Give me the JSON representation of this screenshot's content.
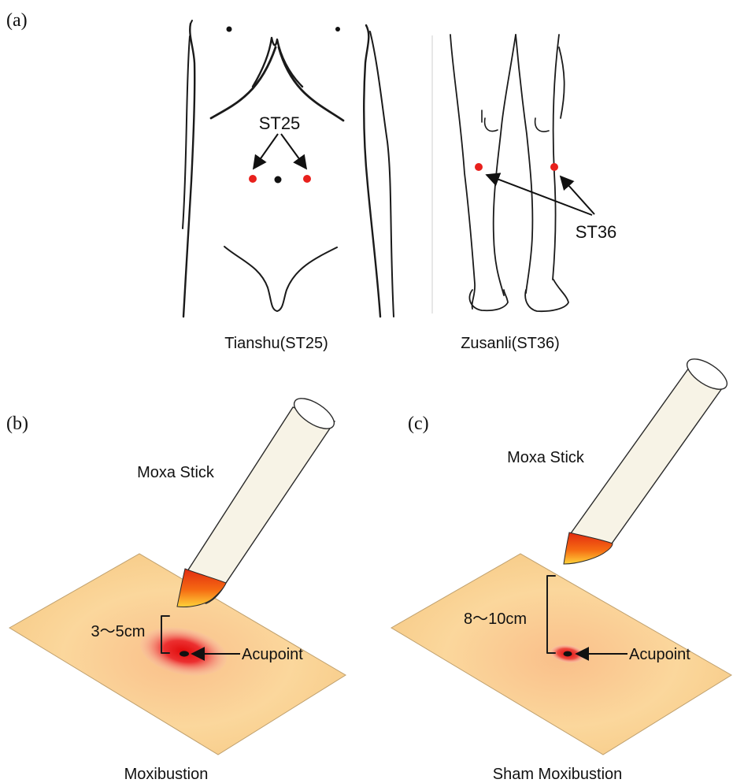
{
  "panels": {
    "a": {
      "label": "(a)",
      "left_caption": "Tianshu(ST25)",
      "right_caption": "Zusanli(ST36)",
      "st25_label": "ST25",
      "st36_label": "ST36"
    },
    "b": {
      "label": "(b)",
      "stick_label": "Moxa Stick",
      "distance_label": "3～5cm",
      "acupoint_label": "Acupoint",
      "caption": "Moxibustion"
    },
    "c": {
      "label": "(c)",
      "stick_label": "Moxa Stick",
      "distance_label": "8～10cm",
      "acupoint_label": "Acupoint",
      "caption": "Sham Moxibustion"
    }
  },
  "colors": {
    "acupoint_marker": "#e8201c",
    "skin": "#f8cf8e",
    "heat": "#e8201c",
    "stick": "#f7f3e6",
    "outline": "#1a1a1a"
  }
}
